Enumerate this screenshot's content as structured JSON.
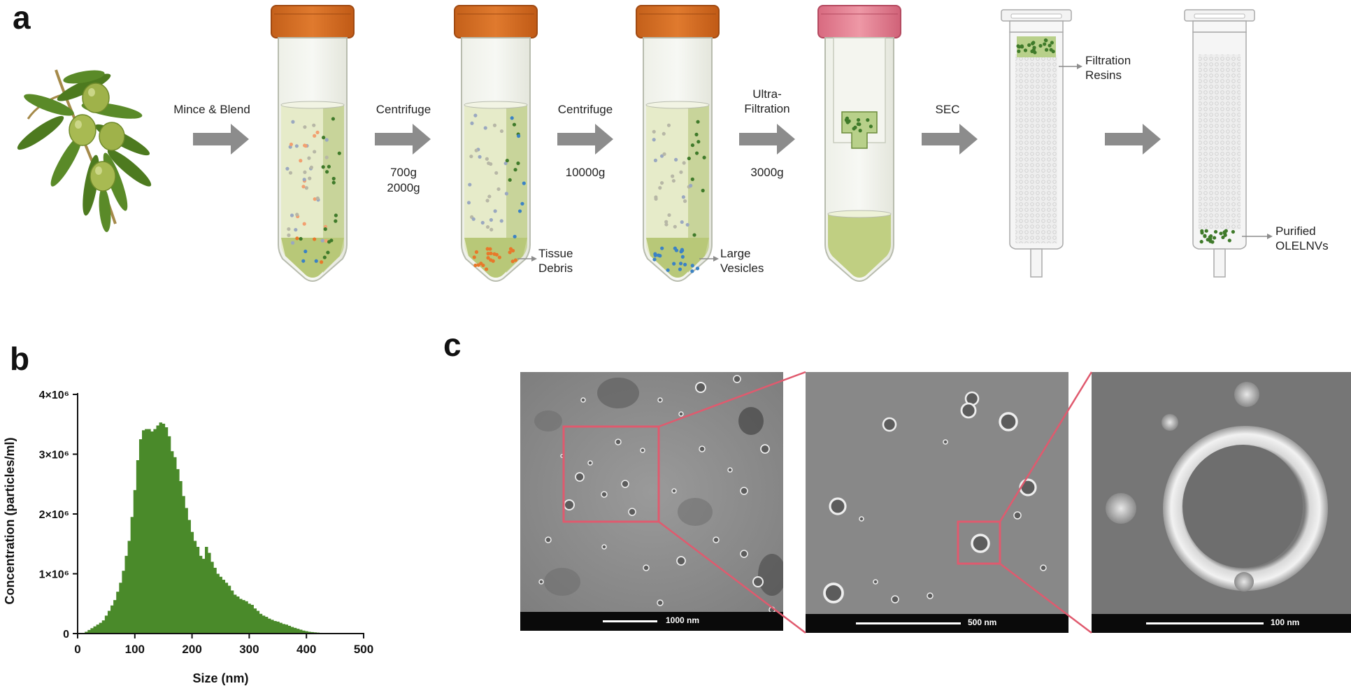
{
  "panels": {
    "a": "a",
    "b": "b",
    "c": "c"
  },
  "workflow": {
    "steps": [
      {
        "label": "Mince & Blend",
        "params": []
      },
      {
        "label": "Centrifuge",
        "params": [
          "700g",
          "2000g"
        ]
      },
      {
        "label": "Centrifuge",
        "params": [
          "10000g"
        ]
      },
      {
        "label": "Ultra-\nFiltration",
        "params": [
          "3000g"
        ]
      },
      {
        "label": "SEC",
        "params": []
      },
      {
        "label": "",
        "params": []
      }
    ],
    "annotations": {
      "tissue_debris": [
        "Tissue",
        "Debris"
      ],
      "large_vesicles": [
        "Large",
        "Vesicles"
      ],
      "filtration_resins": [
        "Filtration",
        "Resins"
      ],
      "purified": [
        "Purified",
        "OLELNVs"
      ]
    },
    "colors": {
      "arrow": "#8c8c8c",
      "orange_cap": "#d4691e",
      "pink_cap": "#e07a8c",
      "liquid": "#c8d49a",
      "olive": "#4d7a1f",
      "vesicle_green": "#3f7a2a",
      "debris_orange": "#e8782a",
      "vesicle_blue": "#3b82c4"
    }
  },
  "chart_data": {
    "type": "bar",
    "title": "",
    "xlabel": "Size (nm)",
    "ylabel": "Concentration  (particles/ml)",
    "xlim": [
      0,
      500
    ],
    "ylim": [
      0,
      4000000
    ],
    "xticks": [
      "0",
      "100",
      "200",
      "300",
      "400",
      "500"
    ],
    "yticks": [
      "0",
      "1×10⁶",
      "2×10⁶",
      "3×10⁶",
      "4×10⁶"
    ],
    "bar_color": "#4a8a2a",
    "bin_width": 5,
    "x": [
      15,
      20,
      25,
      30,
      35,
      40,
      45,
      50,
      55,
      60,
      65,
      70,
      75,
      80,
      85,
      90,
      95,
      100,
      105,
      110,
      115,
      120,
      125,
      130,
      135,
      140,
      145,
      150,
      155,
      160,
      165,
      170,
      175,
      180,
      185,
      190,
      195,
      200,
      205,
      210,
      215,
      220,
      225,
      230,
      235,
      240,
      245,
      250,
      255,
      260,
      265,
      270,
      275,
      280,
      285,
      290,
      295,
      300,
      305,
      310,
      315,
      320,
      325,
      330,
      335,
      340,
      345,
      350,
      355,
      360,
      365,
      370,
      375,
      380,
      385,
      390,
      395,
      400,
      405,
      410,
      415,
      420,
      425,
      430,
      435,
      440,
      445,
      450,
      455
    ],
    "values": [
      30000,
      60000,
      90000,
      120000,
      150000,
      180000,
      220000,
      300000,
      380000,
      470000,
      560000,
      700000,
      850000,
      1050000,
      1300000,
      1550000,
      1950000,
      2400000,
      2900000,
      3250000,
      3400000,
      3420000,
      3420000,
      3380000,
      3420000,
      3480000,
      3530000,
      3510000,
      3450000,
      3300000,
      3050000,
      2950000,
      2750000,
      2550000,
      2300000,
      2100000,
      1900000,
      1700000,
      1550000,
      1450000,
      1300000,
      1250000,
      1450000,
      1350000,
      1200000,
      1100000,
      1000000,
      950000,
      900000,
      850000,
      800000,
      720000,
      650000,
      620000,
      580000,
      560000,
      540000,
      500000,
      480000,
      420000,
      380000,
      330000,
      300000,
      280000,
      250000,
      230000,
      210000,
      200000,
      180000,
      160000,
      150000,
      130000,
      110000,
      95000,
      80000,
      65000,
      50000,
      40000,
      30000,
      25000,
      20000,
      16000,
      12000,
      10000,
      8000,
      6000,
      5000,
      4000,
      3000
    ]
  },
  "tem": {
    "scale_bars": [
      "1000 nm",
      "500 nm",
      "100 nm"
    ],
    "box_color": "#e05a6e"
  }
}
